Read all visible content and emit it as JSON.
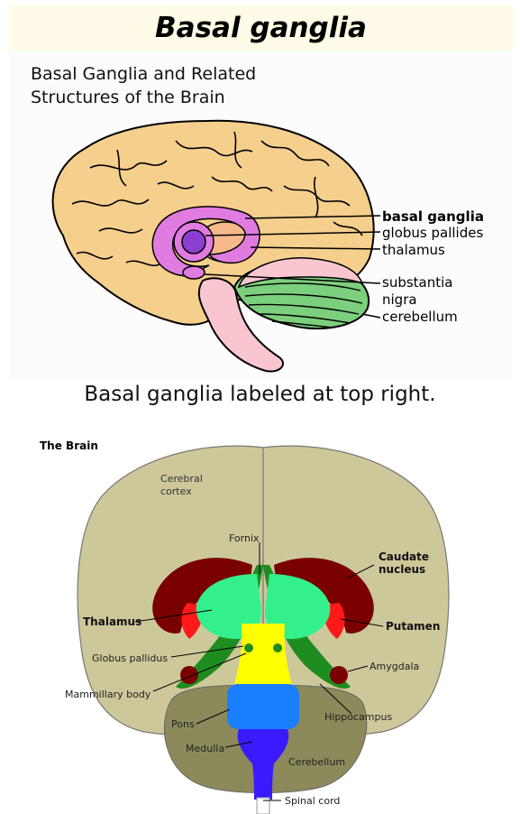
{
  "page": {
    "title": "Basal ganglia"
  },
  "figure1": {
    "heading_line1": "Basal Ganglia and Related",
    "heading_line2": "Structures of the Brain",
    "labels": {
      "basal_ganglia": "basal ganglia",
      "globus_pallides": "globus pallides",
      "thalamus": "thalamus",
      "substantia": "substantia",
      "nigra": "nigra",
      "cerebellum": "cerebellum"
    },
    "colors": {
      "brain": "#f5cf8c",
      "basal_ganglia": "#e07be0",
      "globus": "#8a3fd1",
      "thalamus": "#f7b98a",
      "cerebellum": "#7ccf7c",
      "brainstem": "#f9c6d0"
    }
  },
  "caption": "Basal ganglia labeled at top right.",
  "figure2": {
    "title": "The Brain",
    "labels": {
      "cerebral_line1": "Cerebral",
      "cerebral_line2": "cortex",
      "fornix": "Fornix",
      "caudate_line1": "Caudate",
      "caudate_line2": "nucleus",
      "thalamus": "Thalamus",
      "putamen": "Putamen",
      "globus_pallidus": "Globus pallidus",
      "amygdala": "Amygdala",
      "mammillary_body": "Mammillary body",
      "hippocampus": "Hippocampus",
      "pons": "Pons",
      "medulla": "Medulla",
      "cerebellum": "Cerebellum",
      "spinal_cord": "Spinal cord"
    },
    "colors": {
      "cortex": "#cdc89a",
      "caudate": "#7a0000",
      "putamen": "#ff1a1a",
      "thalamus": "#33f08c",
      "fornix_green": "#1f8c1f",
      "yellow": "#ffff00",
      "pons": "#1a7fff",
      "medulla": "#3a1aff",
      "cerebellum": "#8c8a5a"
    }
  }
}
